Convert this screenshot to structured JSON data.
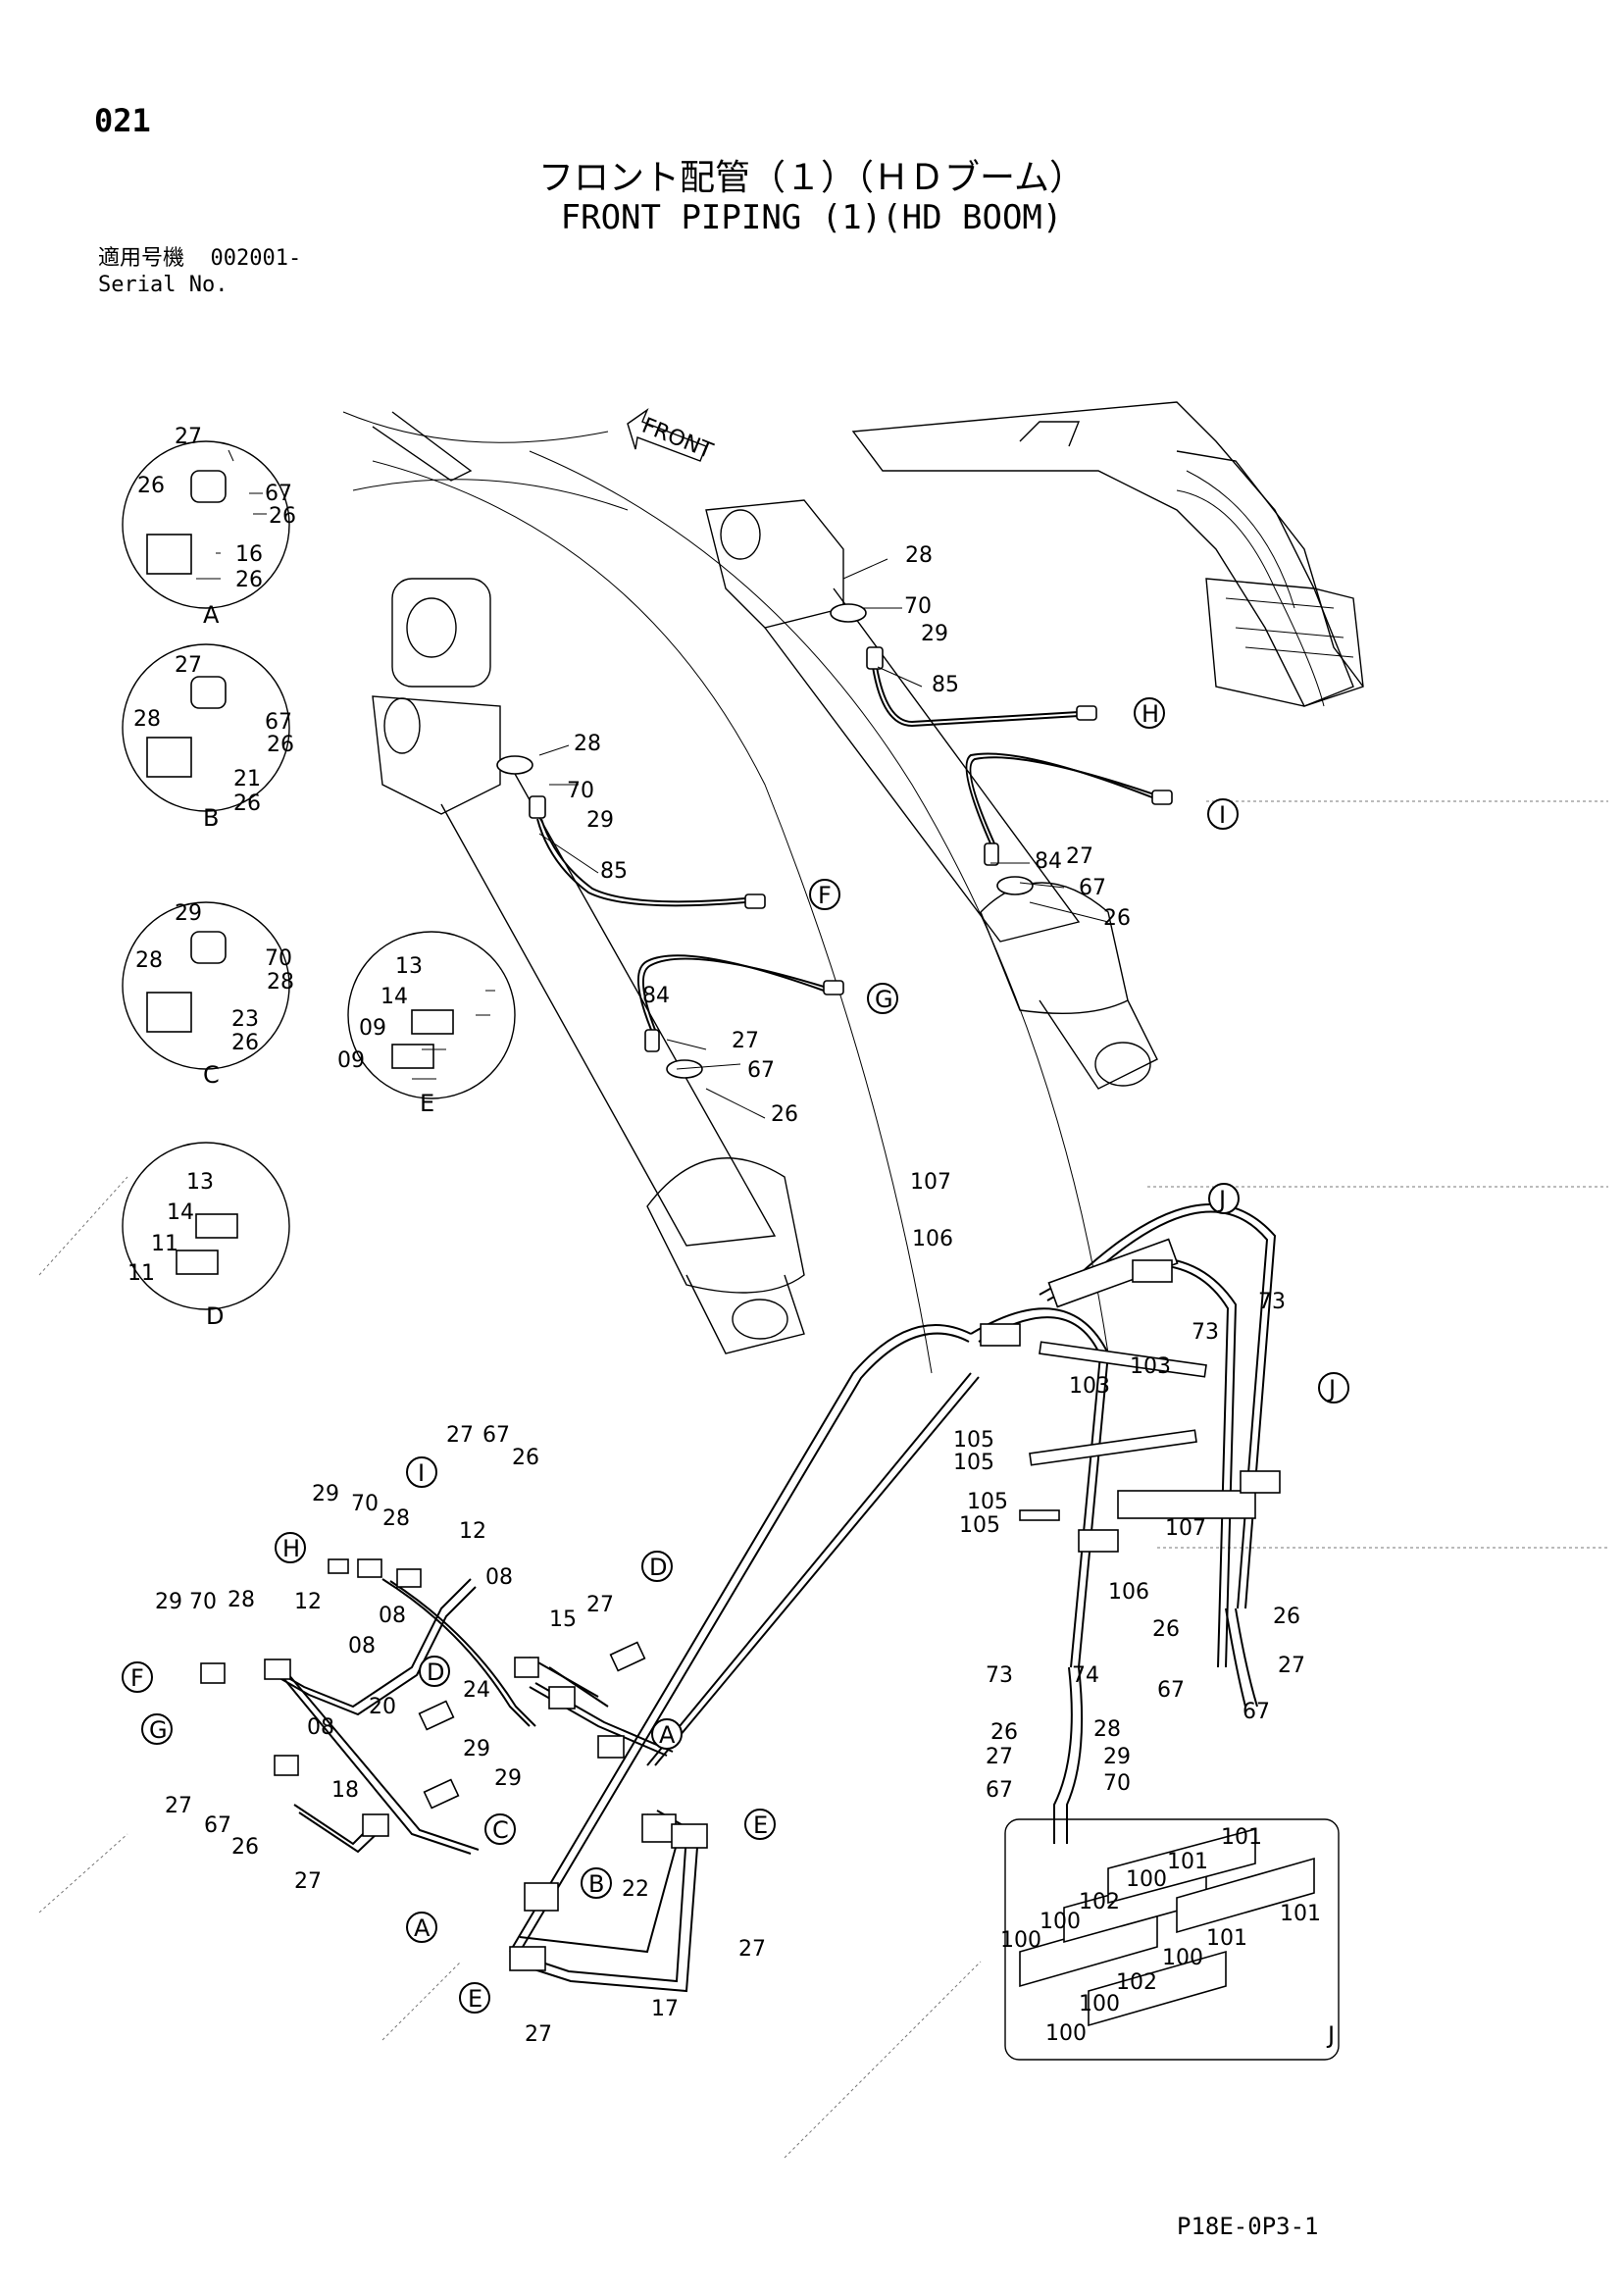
{
  "page_number": "021",
  "title_jp": "フロント配管（１）（ＨＤブーム）",
  "title_en": "FRONT PIPING (1)(HD BOOM)",
  "serial": {
    "label_jp": "適用号機",
    "value": "002001-",
    "label_en": "Serial No."
  },
  "drawing_number": "P18E-0P3-1",
  "front_arrow_text": "FRONT",
  "detail_views": [
    {
      "id": "A",
      "parts": [
        "27",
        "26",
        "67",
        "26",
        "16",
        "26"
      ]
    },
    {
      "id": "B",
      "parts": [
        "27",
        "28",
        "67",
        "26",
        "21",
        "26"
      ]
    },
    {
      "id": "C",
      "parts": [
        "29",
        "28",
        "70",
        "28",
        "23",
        "26"
      ]
    },
    {
      "id": "E",
      "parts": [
        "13",
        "14",
        "09",
        "09"
      ]
    },
    {
      "id": "D",
      "parts": [
        "13",
        "14",
        "11",
        "11"
      ]
    }
  ],
  "callouts": [
    {
      "id": "27",
      "text": "27"
    },
    {
      "id": "26",
      "text": "26"
    },
    {
      "id": "67",
      "text": "67"
    },
    {
      "id": "16",
      "text": "16"
    },
    {
      "id": "28",
      "text": "28"
    },
    {
      "id": "21",
      "text": "21"
    },
    {
      "id": "29",
      "text": "29"
    },
    {
      "id": "70",
      "text": "70"
    },
    {
      "id": "23",
      "text": "23"
    },
    {
      "id": "13",
      "text": "13"
    },
    {
      "id": "14",
      "text": "14"
    },
    {
      "id": "09",
      "text": "09"
    },
    {
      "id": "11",
      "text": "11"
    },
    {
      "id": "85",
      "text": "85"
    },
    {
      "id": "84",
      "text": "84"
    },
    {
      "id": "107",
      "text": "107"
    },
    {
      "id": "106",
      "text": "106"
    },
    {
      "id": "73",
      "text": "73"
    },
    {
      "id": "103",
      "text": "103"
    },
    {
      "id": "105",
      "text": "105"
    },
    {
      "id": "12",
      "text": "12"
    },
    {
      "id": "08",
      "text": "08"
    },
    {
      "id": "15",
      "text": "15"
    },
    {
      "id": "20",
      "text": "20"
    },
    {
      "id": "24",
      "text": "24"
    },
    {
      "id": "18",
      "text": "18"
    },
    {
      "id": "22",
      "text": "22"
    },
    {
      "id": "17",
      "text": "17"
    },
    {
      "id": "74",
      "text": "74"
    },
    {
      "id": "100",
      "text": "100"
    },
    {
      "id": "101",
      "text": "101"
    },
    {
      "id": "102",
      "text": "102"
    }
  ],
  "connection_markers": [
    "A",
    "B",
    "C",
    "D",
    "E",
    "F",
    "G",
    "H",
    "I",
    "J"
  ]
}
